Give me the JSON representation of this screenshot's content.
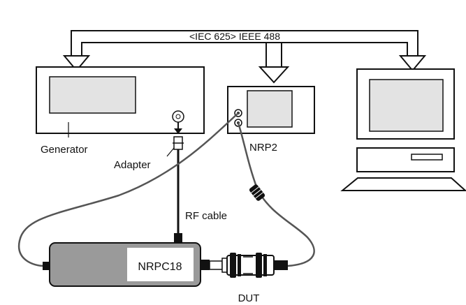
{
  "bus": {
    "label": "<IEC 625> IEEE 488"
  },
  "devices": {
    "generator": {
      "label": "Generator"
    },
    "adapter": {
      "label": "Adapter"
    },
    "nrp2": {
      "label": "NRP2"
    },
    "sensor": {
      "label": "NRPC18"
    }
  },
  "cables": {
    "rf_cable": {
      "label": "RF cable"
    }
  },
  "dut": {
    "label": "DUT"
  },
  "colors": {
    "line": "#111111",
    "screen": "#e3e3e3",
    "cable": "#555555",
    "sensor_body": "#9a9a9a"
  }
}
